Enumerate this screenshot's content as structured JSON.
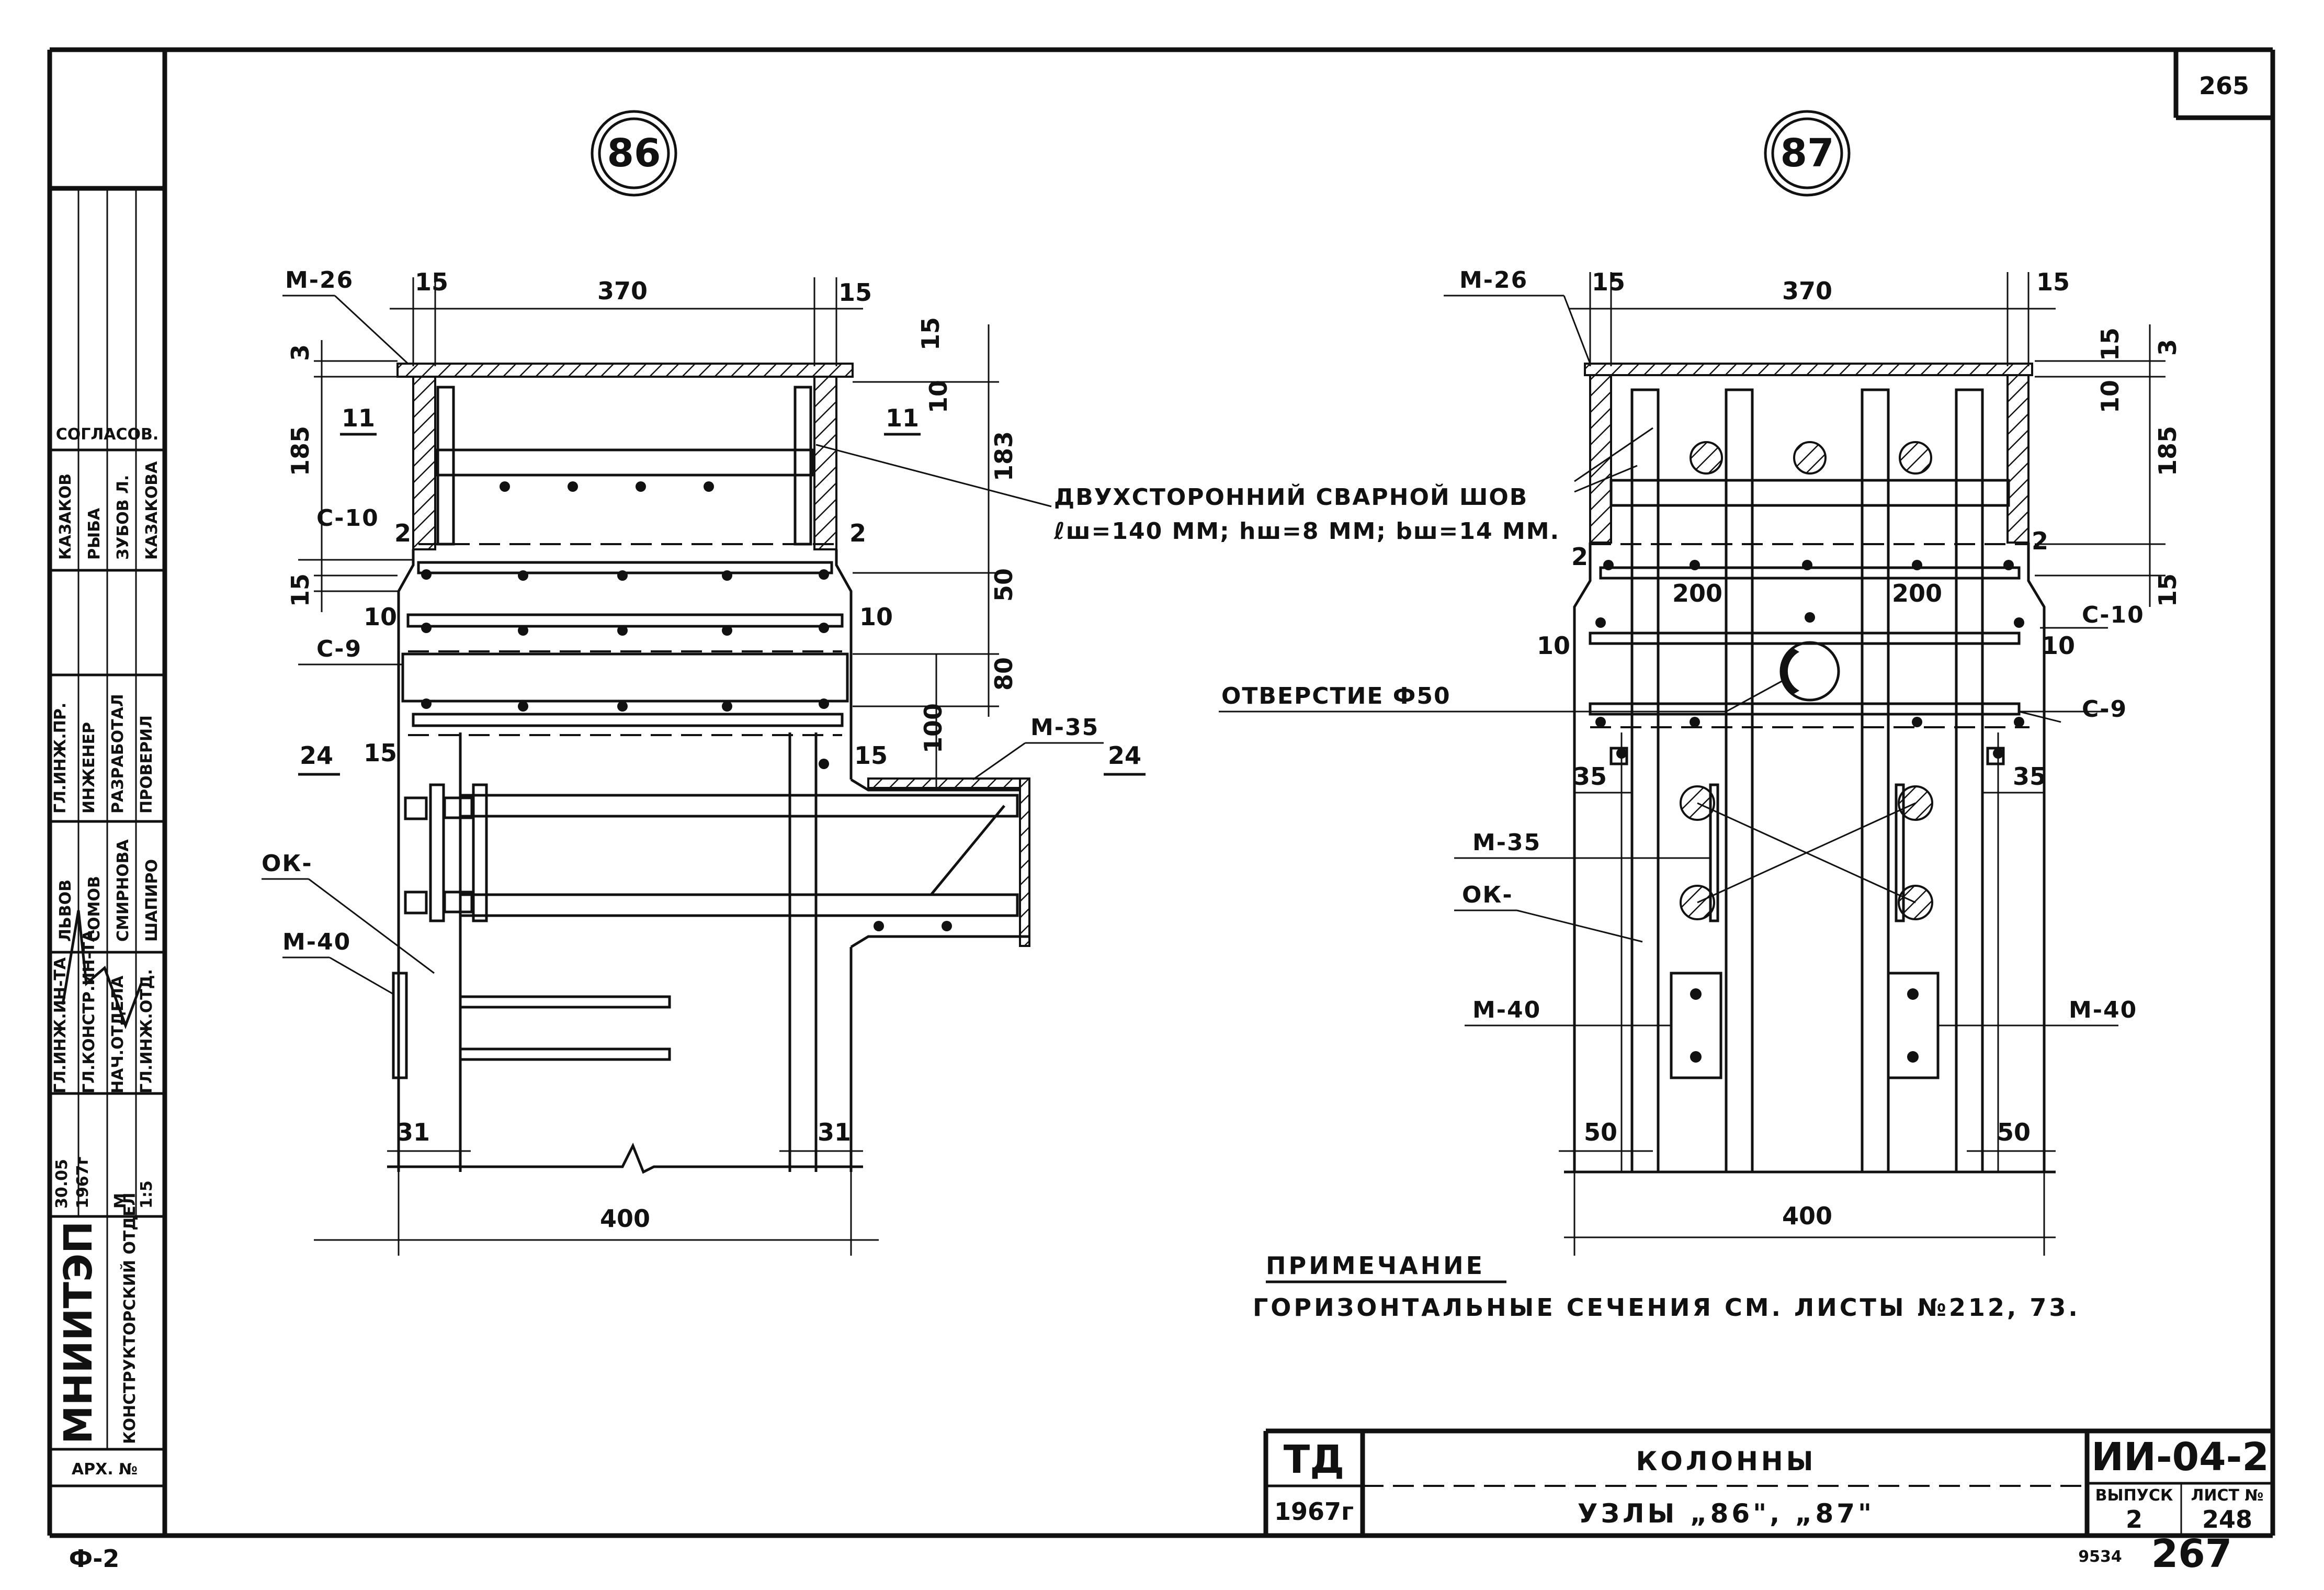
{
  "sheet": {
    "top_right_number": "265",
    "bottom_left": "Ф-2",
    "bottom_right_small": "9534",
    "bottom_right_page": "267"
  },
  "node86": {
    "badge": "86",
    "dim_top": "370",
    "dim_left_edge": "15",
    "dim_right_edge": "15",
    "dim_bottom": "400",
    "dim_31_left": "31",
    "dim_31_right": "31",
    "dim_3": "3",
    "dim_185": "185",
    "dim_15_a": "15",
    "dim_15_r": "15",
    "dim_10_r": "10",
    "dim_183": "183",
    "dim_50": "50",
    "dim_80": "80",
    "dim_100": "100",
    "dim_15_b": "15",
    "dim_15_c": "15",
    "dim_2_l": "2",
    "dim_2_r": "2",
    "dim_10_l": "10",
    "dim_10_rr": "10",
    "sec_11_l": "11",
    "sec_11_r": "11",
    "sec_24_l": "24",
    "sec_24_r": "24",
    "lbl_m26": "М-26",
    "lbl_c10": "С-10",
    "lbl_c9": "С-9",
    "lbl_ok": "ОК-",
    "lbl_m40": "М-40",
    "lbl_m35": "М-35"
  },
  "node87": {
    "badge": "87",
    "dim_top": "370",
    "dim_left_edge": "15",
    "dim_right_edge": "15",
    "dim_bottom": "400",
    "dim_50_l": "50",
    "dim_50_r": "50",
    "dim_35_l": "35",
    "dim_35_r": "35",
    "dim_200_l": "200",
    "dim_200_r": "200",
    "dim_15": "15",
    "dim_3": "3",
    "dim_10": "10",
    "dim_185": "185",
    "dim_15_b": "15",
    "dim_2_l": "2",
    "dim_2_r": "2",
    "dim_10_l": "10",
    "dim_10_r": "10",
    "lbl_m26": "М-26",
    "lbl_c10": "С-10",
    "lbl_c9": "С-9",
    "lbl_ok": "ОК-",
    "lbl_m35": "М-35",
    "lbl_m40_l": "М-40",
    "lbl_m40_r": "М-40",
    "lbl_hole": "ОТВЕРСТИЕ Ф50"
  },
  "weld": {
    "line1": "ДВУХСТОРОННИЙ СВАРНОЙ ШОВ",
    "line2": "ℓш=140 ММ; hш=8 ММ; bш=14 ММ."
  },
  "note": {
    "title": "ПРИМЕЧАНИЕ",
    "text": "ГОРИЗОНТАЛЬНЫЕ СЕЧЕНИЯ СМ. ЛИСТЫ №212, 73."
  },
  "title_block": {
    "mark": "ТД",
    "year": "1967г",
    "name": "КОЛОННЫ",
    "subtitle": "УЗЛЫ „86\", „87\"",
    "code": "ИИ-04-2",
    "issue_label": "ВЫПУСК",
    "sheet_label": "ЛИСТ №",
    "issue": "2",
    "sheet_no": "248"
  },
  "side_stamp": {
    "org": "МНИИТЭП",
    "dept": "КОНСТРУКТОРСКИЙ ОТДЕЛ",
    "arch": "АРХ. №",
    "date": "30.05",
    "year": "1967г",
    "scale_label": "М",
    "scale": "1:5",
    "approvals": "СОГЛАСОВ.",
    "roles_a": [
      "ГЛ.ИНЖ.ИН-ТА",
      "ГЛ.КОНСТР.ИН-ТА",
      "НАЧ.ОТДЕЛА",
      "ГЛ.ИНЖ.ОТД."
    ],
    "names_a": [
      "ЛЬВОВ",
      "СОМОВ",
      "СМИРНОВА",
      "ШАПИРО"
    ],
    "roles_b": [
      "ГЛ.ИНЖ.ПР.",
      "ИНЖЕНЕР",
      "РАЗРАБОТАЛ",
      "ПРОВЕРИЛ"
    ],
    "names_b": [
      "КАЗАКОВ",
      "РЫБА",
      "ЗУБОВ Л.",
      "КАЗАКОВА"
    ]
  }
}
